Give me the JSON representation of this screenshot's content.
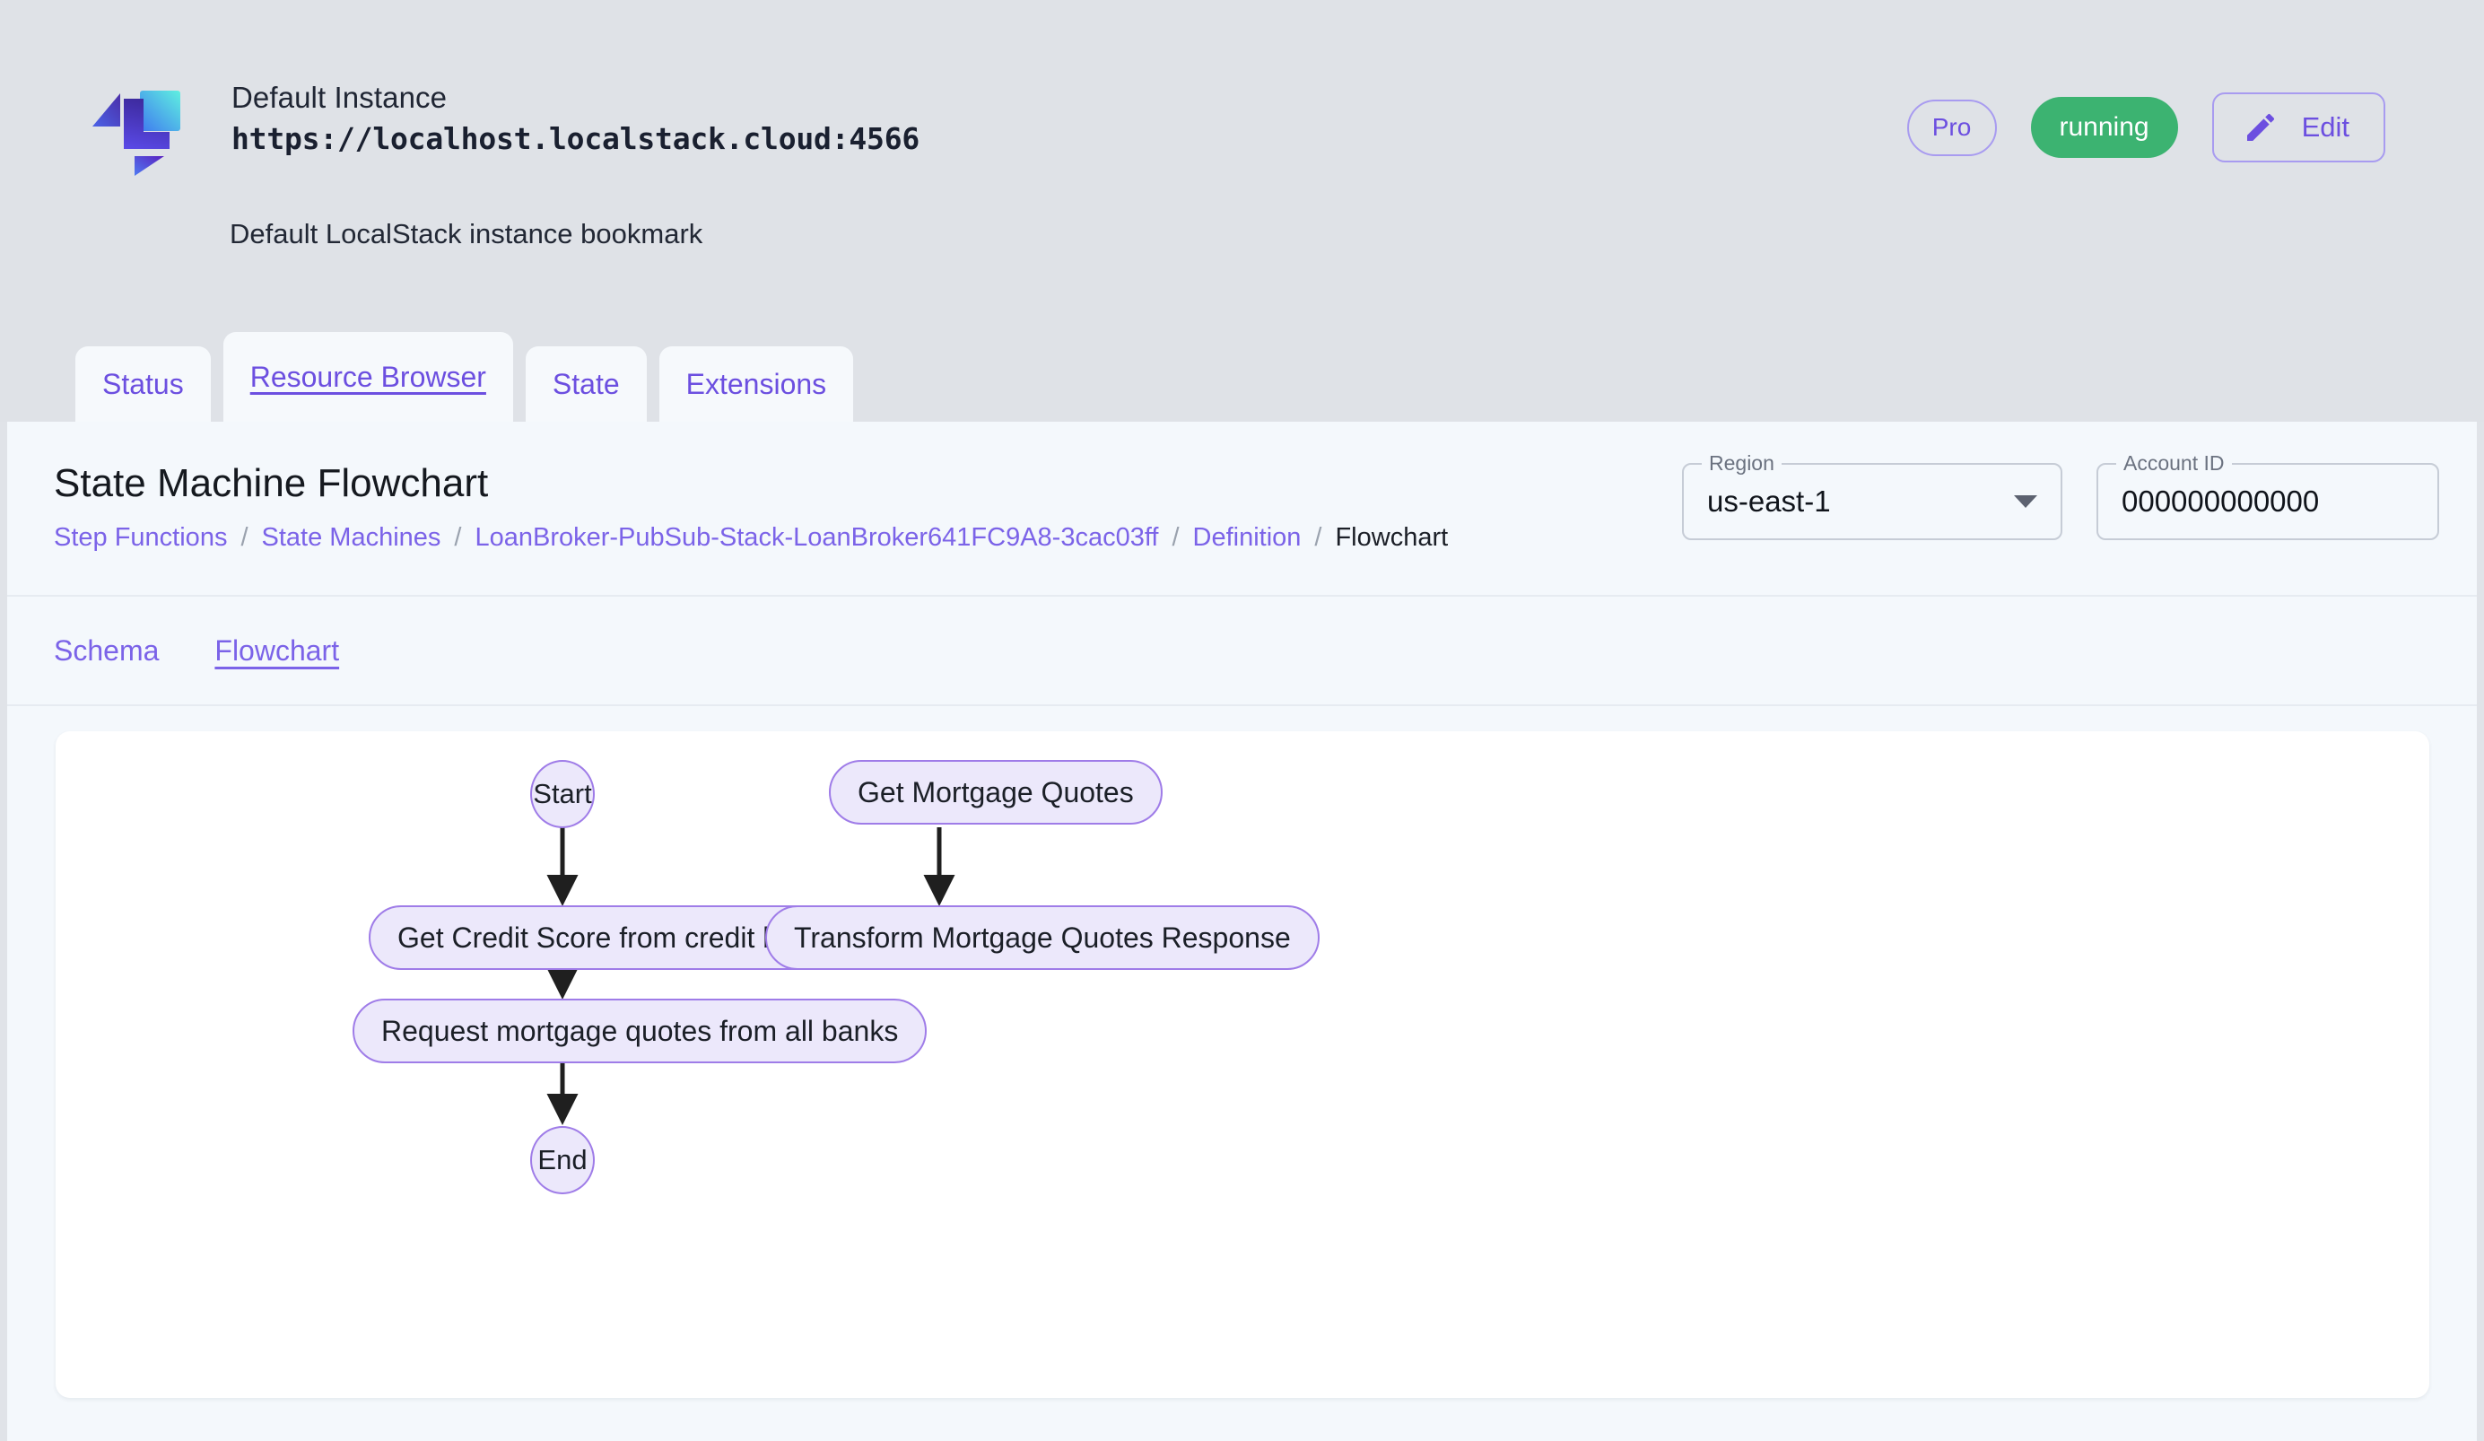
{
  "header": {
    "logo_icon": "localstack-logo-icon",
    "instance_name": "Default Instance",
    "instance_url": "https://localhost.localstack.cloud:4566",
    "instance_description": "Default LocalStack instance bookmark",
    "pro_badge": "Pro",
    "status_badge": "running",
    "edit_label": "Edit",
    "edit_icon": "pencil-icon",
    "accent_purple": "#6c4fe0",
    "status_green": "#3cb371",
    "background": "#dfe2e7"
  },
  "tabs": [
    {
      "label": "Status",
      "active": false
    },
    {
      "label": "Resource Browser",
      "active": true
    },
    {
      "label": "State",
      "active": false
    },
    {
      "label": "Extensions",
      "active": false
    }
  ],
  "page": {
    "title": "State Machine Flowchart",
    "breadcrumb": [
      {
        "label": "Step Functions",
        "current": false
      },
      {
        "label": "State Machines",
        "current": false
      },
      {
        "label": "LoanBroker-PubSub-Stack-LoanBroker641FC9A8-3cac03ff",
        "current": false
      },
      {
        "label": "Definition",
        "current": false
      },
      {
        "label": "Flowchart",
        "current": true
      }
    ],
    "breadcrumb_separator": "/"
  },
  "filters": {
    "region": {
      "legend": "Region",
      "value": "us-east-1",
      "caret_icon": "chevron-down-icon"
    },
    "account": {
      "legend": "Account ID",
      "value": "000000000000"
    }
  },
  "subtabs": [
    {
      "label": "Schema",
      "active": false
    },
    {
      "label": "Flowchart",
      "active": true
    }
  ],
  "flowchart": {
    "node_fill": "#ece8fb",
    "node_border": "#9f7ce8",
    "edge_color": "#1f1f1f",
    "nodes": [
      {
        "id": "start",
        "label": "Start",
        "shape": "terminal"
      },
      {
        "id": "credit",
        "label": "Get Credit Score from credit bureau",
        "shape": "box"
      },
      {
        "id": "request",
        "label": "Request mortgage quotes from all banks",
        "shape": "box"
      },
      {
        "id": "end",
        "label": "End",
        "shape": "terminal"
      },
      {
        "id": "getquotes",
        "label": "Get Mortgage Quotes",
        "shape": "box"
      },
      {
        "id": "transform",
        "label": "Transform Mortgage Quotes Response",
        "shape": "box"
      }
    ],
    "edges": [
      {
        "from": "start",
        "to": "credit"
      },
      {
        "from": "credit",
        "to": "request"
      },
      {
        "from": "request",
        "to": "end"
      },
      {
        "from": "getquotes",
        "to": "transform"
      }
    ]
  }
}
